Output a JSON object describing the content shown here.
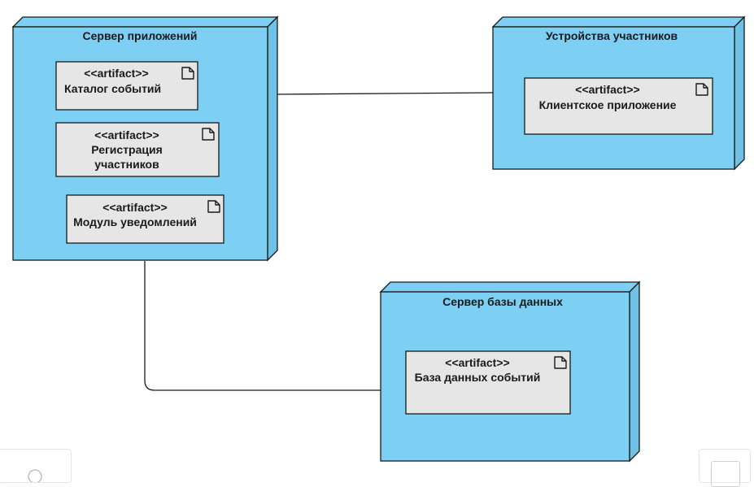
{
  "diagram": {
    "colors": {
      "node_front": "#7dcff3",
      "node_side": "#6fc2e6",
      "artifact_fill": "#e6e6e6",
      "stroke": "#1a1a1a"
    },
    "artifact_icon": "document-icon",
    "nodes": {
      "app_server": {
        "title": "Сервер приложений",
        "artifacts": {
          "catalog": {
            "stereotype": "<<artifact>>",
            "line1": "Каталог событий"
          },
          "registration": {
            "stereotype": "<<artifact>>",
            "line1": "Регистрация",
            "line2": "участников"
          },
          "notifications": {
            "stereotype": "<<artifact>>",
            "line1": "Модуль уведомлений"
          }
        }
      },
      "devices": {
        "title": "Устройства участников",
        "artifacts": {
          "client": {
            "stereotype": "<<artifact>>",
            "line1": "Клиентское приложение"
          }
        }
      },
      "db_server": {
        "title": "Сервер базы данных",
        "artifacts": {
          "db": {
            "stereotype": "<<artifact>>",
            "line1": "База данных событий"
          }
        }
      }
    }
  }
}
